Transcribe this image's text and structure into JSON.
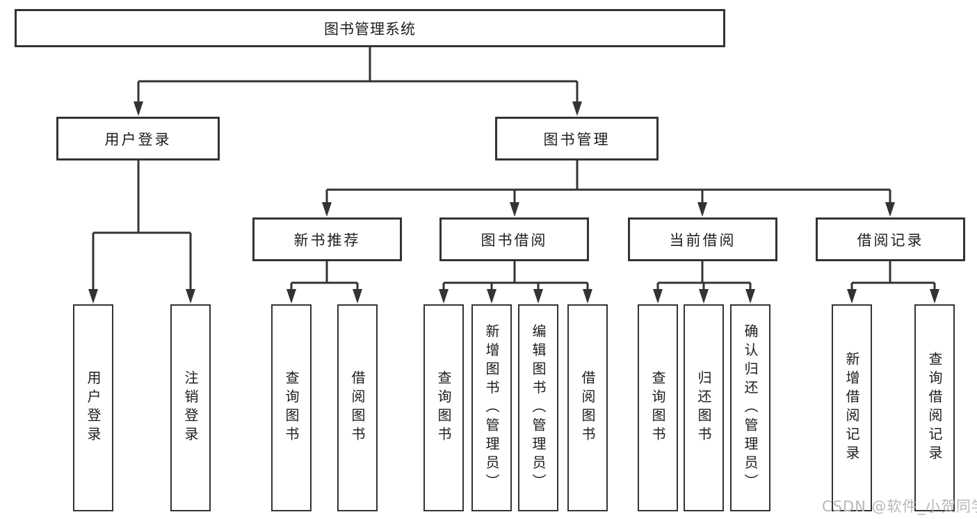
{
  "diagram": {
    "root": {
      "label": "图书管理系统"
    },
    "user_branch": {
      "label": "用户登录",
      "children": [
        {
          "label": "用户登录"
        },
        {
          "label": "注销登录"
        }
      ]
    },
    "book_branch": {
      "label": "图书管理",
      "sections": [
        {
          "label": "新书推荐",
          "children": [
            {
              "label": "查询图书"
            },
            {
              "label": "借阅图书"
            }
          ]
        },
        {
          "label": "图书借阅",
          "children": [
            {
              "label": "查询图书"
            },
            {
              "label": "新增图书（管理员）"
            },
            {
              "label": "编辑图书（管理员）"
            },
            {
              "label": "借阅图书"
            }
          ]
        },
        {
          "label": "当前借阅",
          "children": [
            {
              "label": "查询图书"
            },
            {
              "label": "归还图书"
            },
            {
              "label": "确认归还（管理员）"
            }
          ]
        },
        {
          "label": "借阅记录",
          "children": [
            {
              "label": "新增借阅记录"
            },
            {
              "label": "查询借阅记录"
            }
          ]
        }
      ]
    }
  },
  "watermark": {
    "text": "CSDN @软件_小贺同学",
    "color": "#b8b8b8"
  },
  "colors": {
    "background": "#ffffff",
    "line": "#333333",
    "box_border": "#333333",
    "text": "#1d1d1d"
  }
}
